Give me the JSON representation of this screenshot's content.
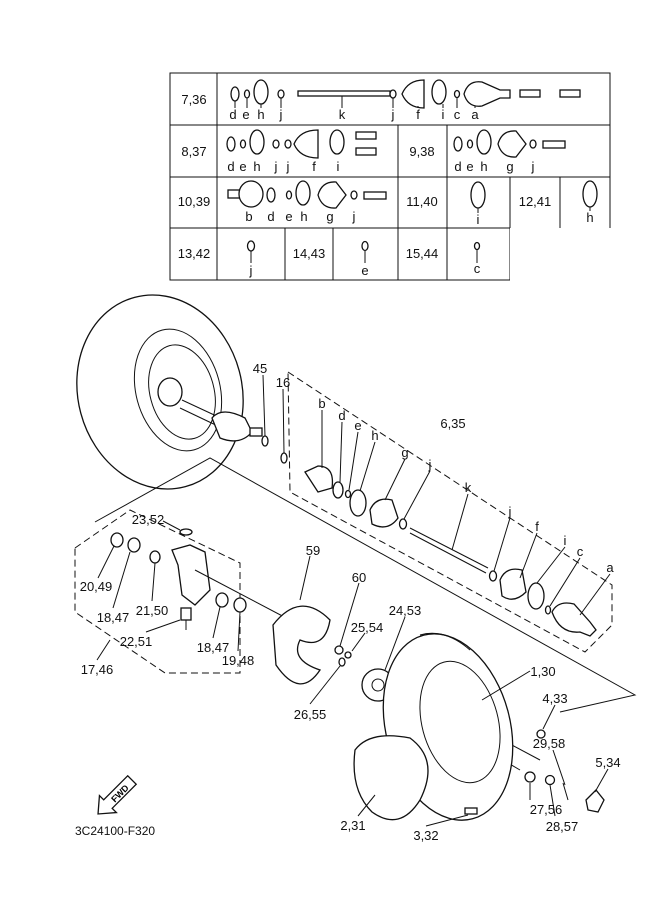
{
  "table": {
    "rows": [
      {
        "ref": "7,36",
        "parts": [
          "d",
          "e",
          "h",
          "j",
          "k",
          "j",
          "f",
          "i",
          "c",
          "a"
        ]
      },
      {
        "ref": "8,37",
        "parts": [
          "d",
          "e",
          "h",
          "j",
          "j",
          "f",
          "i"
        ]
      },
      {
        "ref": "9,38",
        "parts": [
          "d",
          "e",
          "h",
          "g",
          "j"
        ]
      },
      {
        "ref": "10,39",
        "parts": [
          "b",
          "d",
          "e",
          "h",
          "g",
          "j"
        ]
      },
      {
        "ref": "11,40",
        "parts": [
          "i"
        ]
      },
      {
        "ref": "12,41",
        "parts": [
          "h"
        ]
      },
      {
        "ref": "13,42",
        "parts": [
          "j"
        ]
      },
      {
        "ref": "14,43",
        "parts": [
          "e"
        ]
      },
      {
        "ref": "15,44",
        "parts": [
          "c"
        ]
      }
    ]
  },
  "callouts": {
    "c45": "45",
    "c16": "16",
    "b": "b",
    "d": "d",
    "e": "e",
    "h": "h",
    "g": "g",
    "j1": "j",
    "c635": "6,35",
    "k": "k",
    "j2": "j",
    "f": "f",
    "i": "i",
    "c": "c",
    "a": "a",
    "c2352": "23,52",
    "c59": "59",
    "c60": "60",
    "c2049": "20,49",
    "c1847a": "18,47",
    "c2150": "21,50",
    "c2453": "24,53",
    "c2554": "25,54",
    "c2251": "22,51",
    "c1847b": "18,47",
    "c1948": "19,48",
    "c130": "1,30",
    "c1746": "17,46",
    "c2655": "26,55",
    "c433": "4,33",
    "c2958": "29,58",
    "c534": "5,34",
    "c2756": "27,56",
    "c2857": "28,57",
    "c231": "2,31",
    "c332": "3,32"
  },
  "fwd_label": "FWD",
  "drawing_code": "3C24100-F320"
}
